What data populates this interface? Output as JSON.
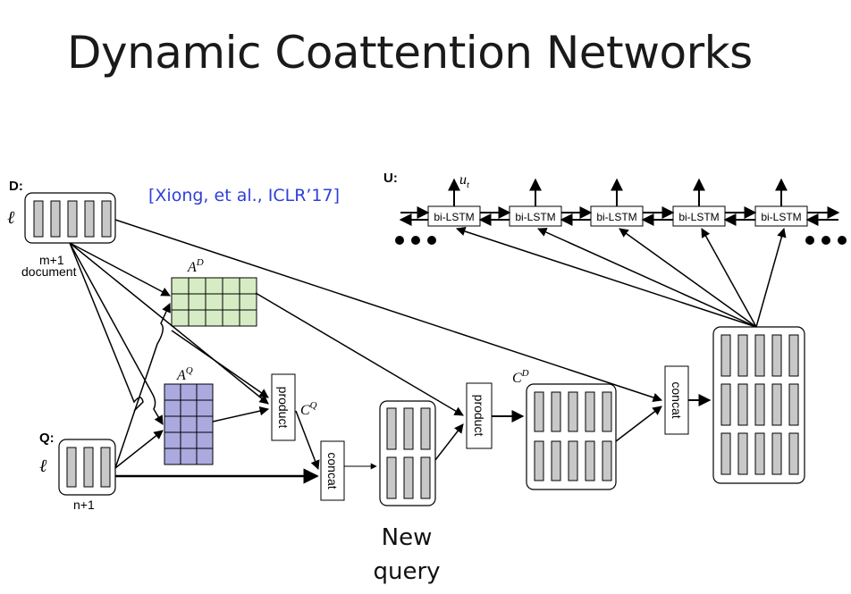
{
  "title": "Dynamic Coattention Networks",
  "citation": "[Xiong, et al., ICLR’17]",
  "caption_lines": [
    "New",
    "query"
  ],
  "labels": {
    "D": "D:",
    "Q": "Q:",
    "U": "U:",
    "ell": "ℓ",
    "m_plus_1": "m+1",
    "document": "document",
    "n_plus_1": "n+1",
    "AD": "A",
    "AD_sup": "D",
    "AQ": "A",
    "AQ_sup": "Q",
    "CQ": "C",
    "CQ_sup": "Q",
    "CD": "C",
    "CD_sup": "D",
    "ut": "u",
    "ut_sub": "t",
    "product": "product",
    "concat": "concat",
    "bilstm": "bi-LSTM"
  },
  "colors": {
    "AD_fill": "#d6ecc4",
    "AQ_fill": "#aaaadf",
    "cell_fill": "#c8c8c8",
    "citation": "#2f3fd9"
  }
}
